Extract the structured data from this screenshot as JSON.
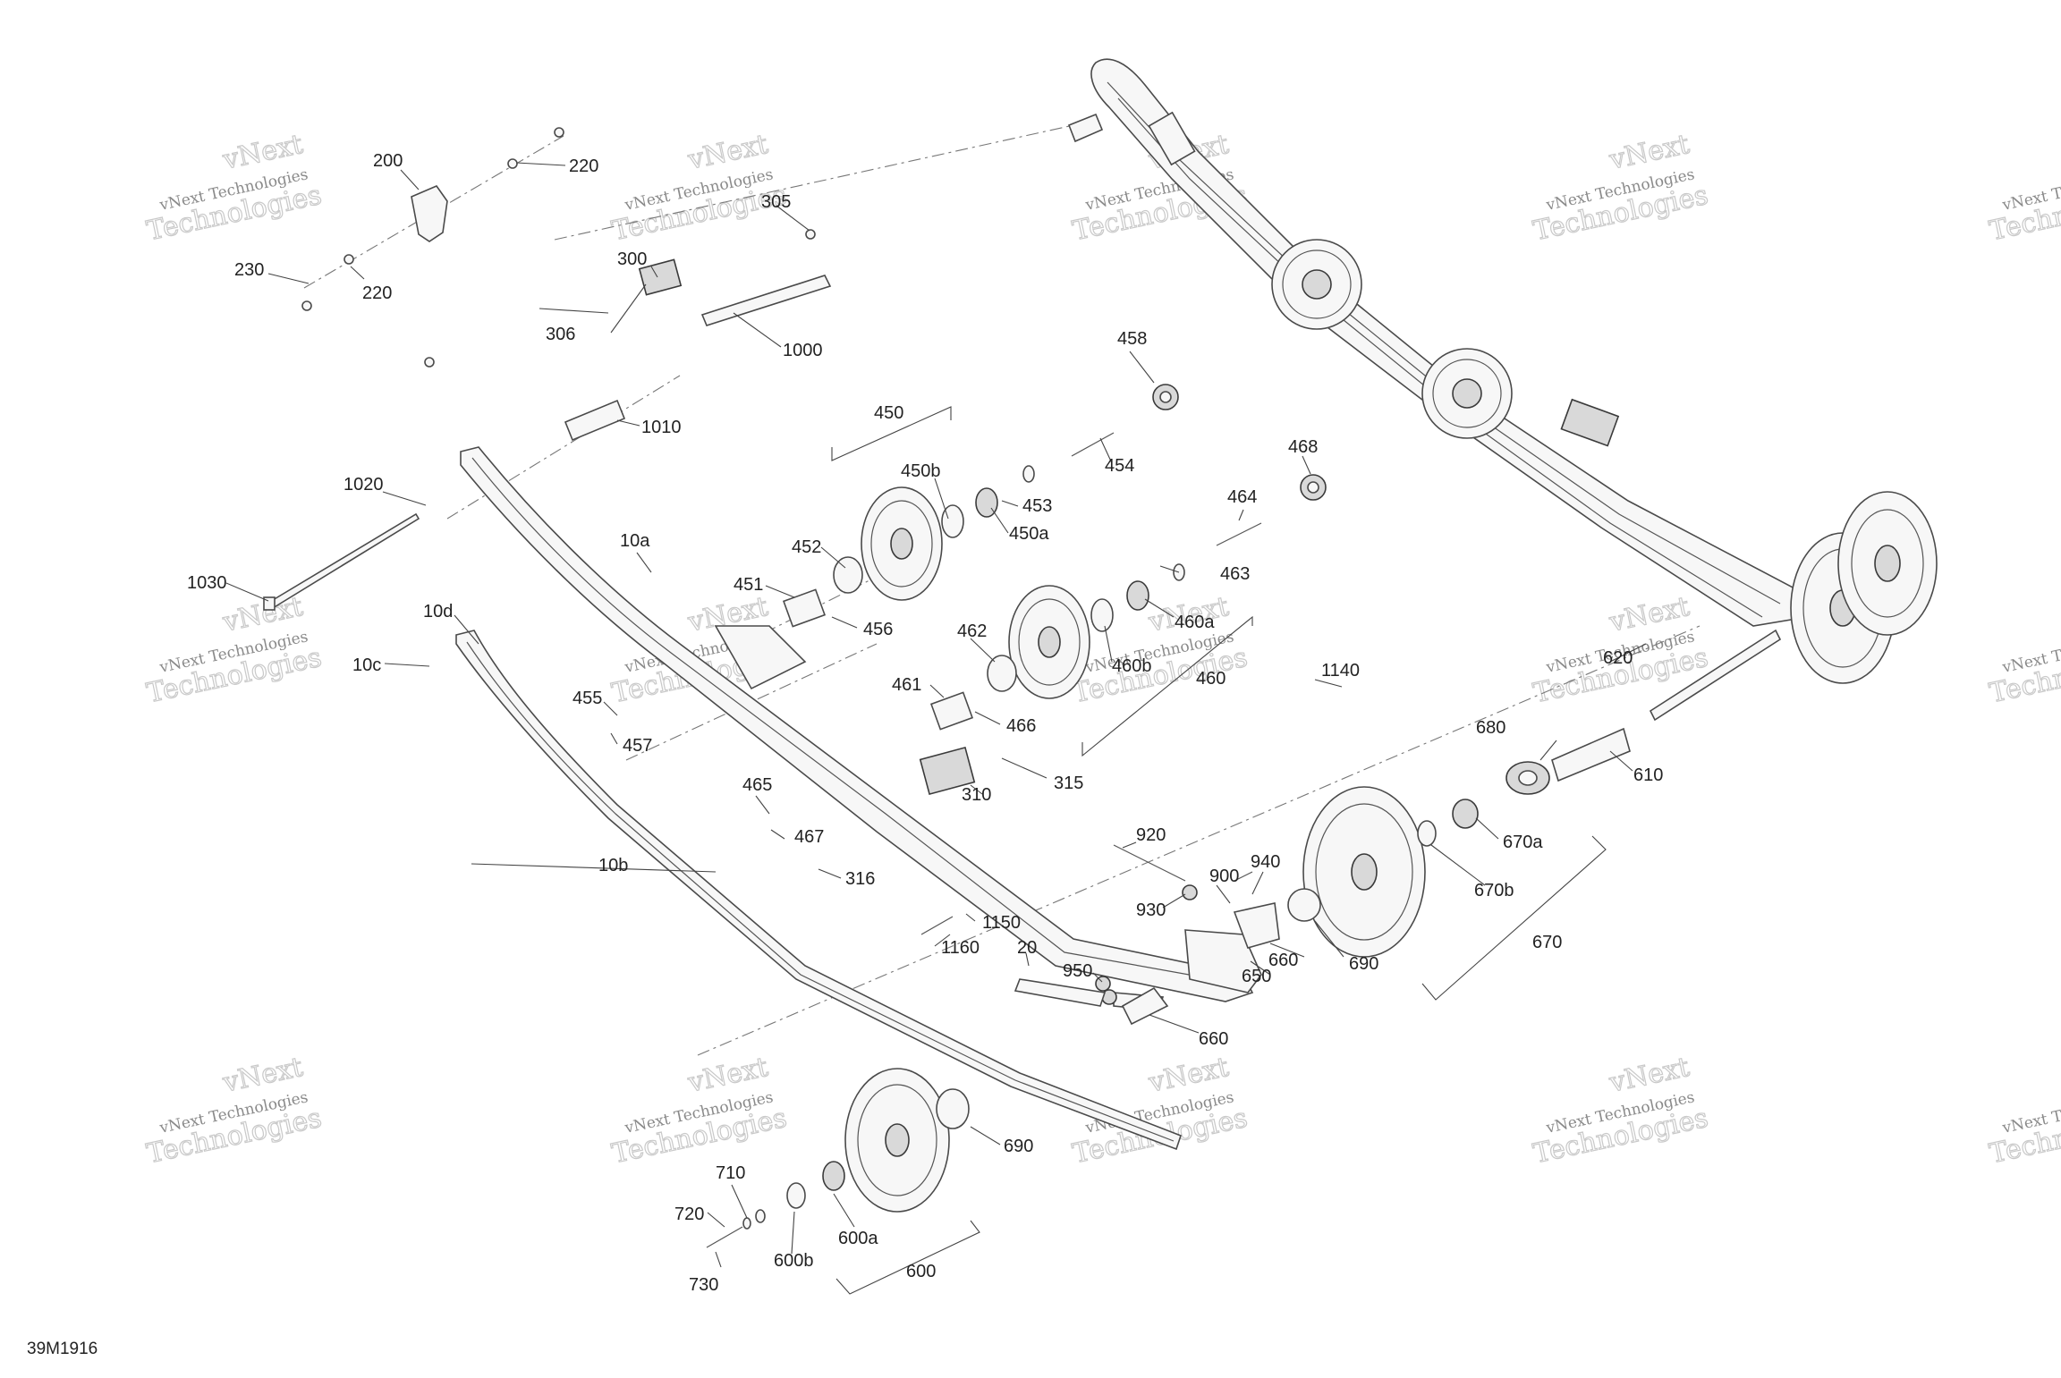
{
  "figure_number": "39M1916",
  "watermark": {
    "line1": "vNext Technologies",
    "line2": "Technologies",
    "small": "vNext"
  },
  "callouts": [
    "200",
    "220",
    "220",
    "230",
    "305",
    "300",
    "306",
    "1000",
    "1010",
    "1020",
    "1030",
    "10a",
    "10d",
    "10c",
    "10b",
    "450",
    "450b",
    "453",
    "450a",
    "454",
    "458",
    "468",
    "464",
    "463",
    "460a",
    "460b",
    "460",
    "452",
    "451",
    "456",
    "462",
    "461",
    "466",
    "455",
    "457",
    "465",
    "467",
    "316",
    "310",
    "315",
    "1140",
    "620",
    "680",
    "610",
    "670a",
    "670b",
    "670",
    "920",
    "900",
    "940",
    "930",
    "660",
    "650",
    "690",
    "1150",
    "1160",
    "20",
    "950",
    "660",
    "690",
    "710",
    "720",
    "730",
    "600b",
    "600a",
    "600"
  ],
  "colors": {
    "line": "#4a4a4a",
    "text": "#222222",
    "watermark": "#8a8a8a"
  }
}
